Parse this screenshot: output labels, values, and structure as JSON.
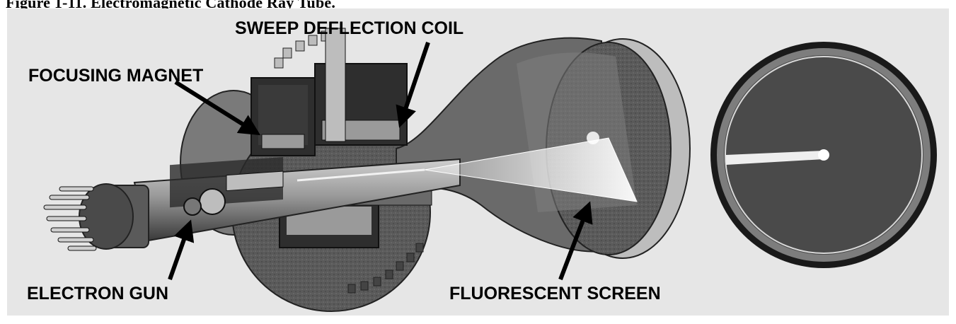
{
  "figure": {
    "title": "Figure 1-11. Electromagnetic Cathode Ray Tube.",
    "labels": {
      "sweep_coil": "SWEEP DEFLECTION COIL",
      "focusing_magnet": "FOCUSING MAGNET",
      "electron_gun": "ELECTRON GUN",
      "fluorescent_screen": "FLUORESCENT SCREEN"
    }
  },
  "colors": {
    "panel": "#e6e6e6",
    "screen_dark": "#4a4a4a",
    "tube_mid": "#8a8a8a",
    "coil_dark": "#2e2e2e",
    "beam": "#f2f2f2"
  }
}
